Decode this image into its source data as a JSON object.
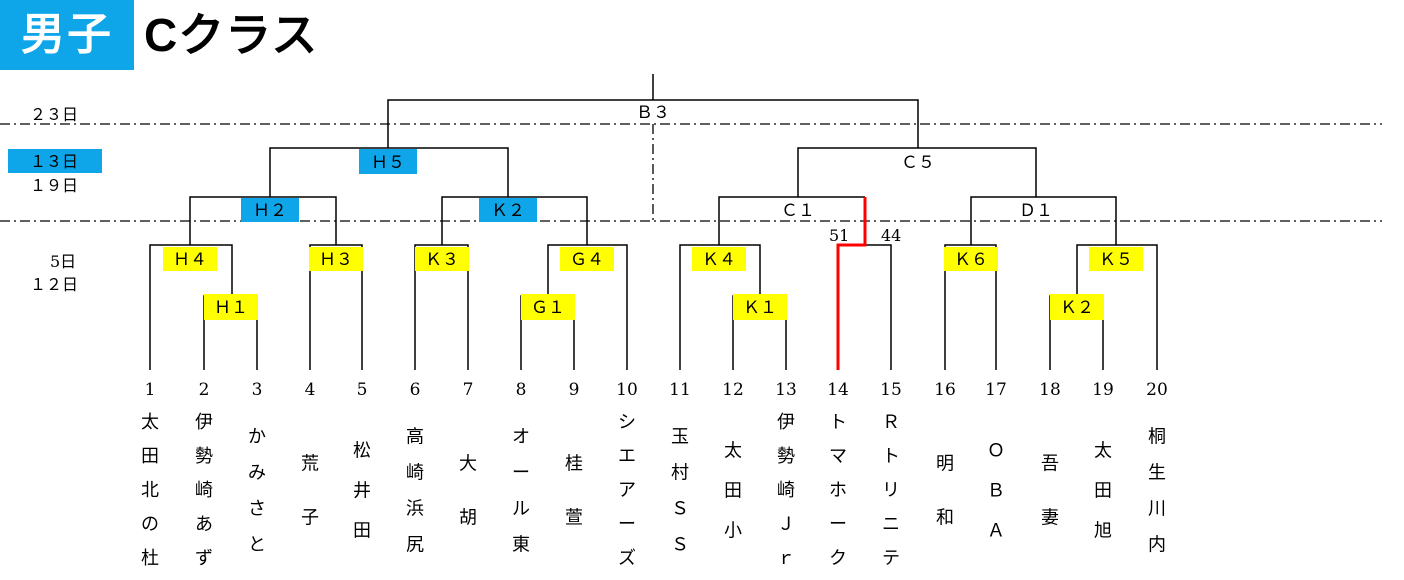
{
  "header": {
    "badge": "男子",
    "title": "Cクラス"
  },
  "round_dates": {
    "final": "２３日",
    "semi_highlighted": "１３日",
    "semi_second": "１９日",
    "early_first": "5日",
    "early_second": "１２日"
  },
  "match_labels": {
    "B3": "Ｂ３",
    "H5": "Ｈ５",
    "C5": "Ｃ５",
    "H2": "Ｈ２",
    "K2_semi": "Ｋ２",
    "C1": "Ｃ１",
    "D1": "Ｄ１",
    "H4": "Ｈ４",
    "H3": "Ｈ３",
    "K3": "Ｋ３",
    "G4": "Ｇ４",
    "K4": "Ｋ４",
    "K6": "Ｋ６",
    "K5": "Ｋ５",
    "H1": "Ｈ１",
    "G1": "Ｇ１",
    "K1": "Ｋ１",
    "K2_first": "Ｋ２"
  },
  "scores": {
    "team14": "51",
    "team15": "44"
  },
  "teams": [
    {
      "num": "1",
      "name": "太田北の杜"
    },
    {
      "num": "2",
      "name": "伊勢崎あずま"
    },
    {
      "num": "3",
      "name": "かみさと"
    },
    {
      "num": "4",
      "name": "荒子"
    },
    {
      "num": "5",
      "name": "松井田"
    },
    {
      "num": "6",
      "name": "高崎浜尻"
    },
    {
      "num": "7",
      "name": "大胡"
    },
    {
      "num": "8",
      "name": "オール東"
    },
    {
      "num": "9",
      "name": "桂萱"
    },
    {
      "num": "10",
      "name": "シエアーズ"
    },
    {
      "num": "11",
      "name": "玉村ＳＳ"
    },
    {
      "num": "12",
      "name": "太田小"
    },
    {
      "num": "13",
      "name": "伊勢崎Ｊｒ"
    },
    {
      "num": "14",
      "name": "トマホーク"
    },
    {
      "num": "15",
      "name": "Ｒトリニティ"
    },
    {
      "num": "16",
      "name": "明和"
    },
    {
      "num": "17",
      "name": "ＯＢＡ"
    },
    {
      "num": "18",
      "name": "吾妻"
    },
    {
      "num": "19",
      "name": "太田旭"
    },
    {
      "num": "20",
      "name": "桐生川内"
    }
  ],
  "colors": {
    "blue": "#0ea5e9",
    "yellow": "#ffff00",
    "winner": "#ff0000"
  }
}
